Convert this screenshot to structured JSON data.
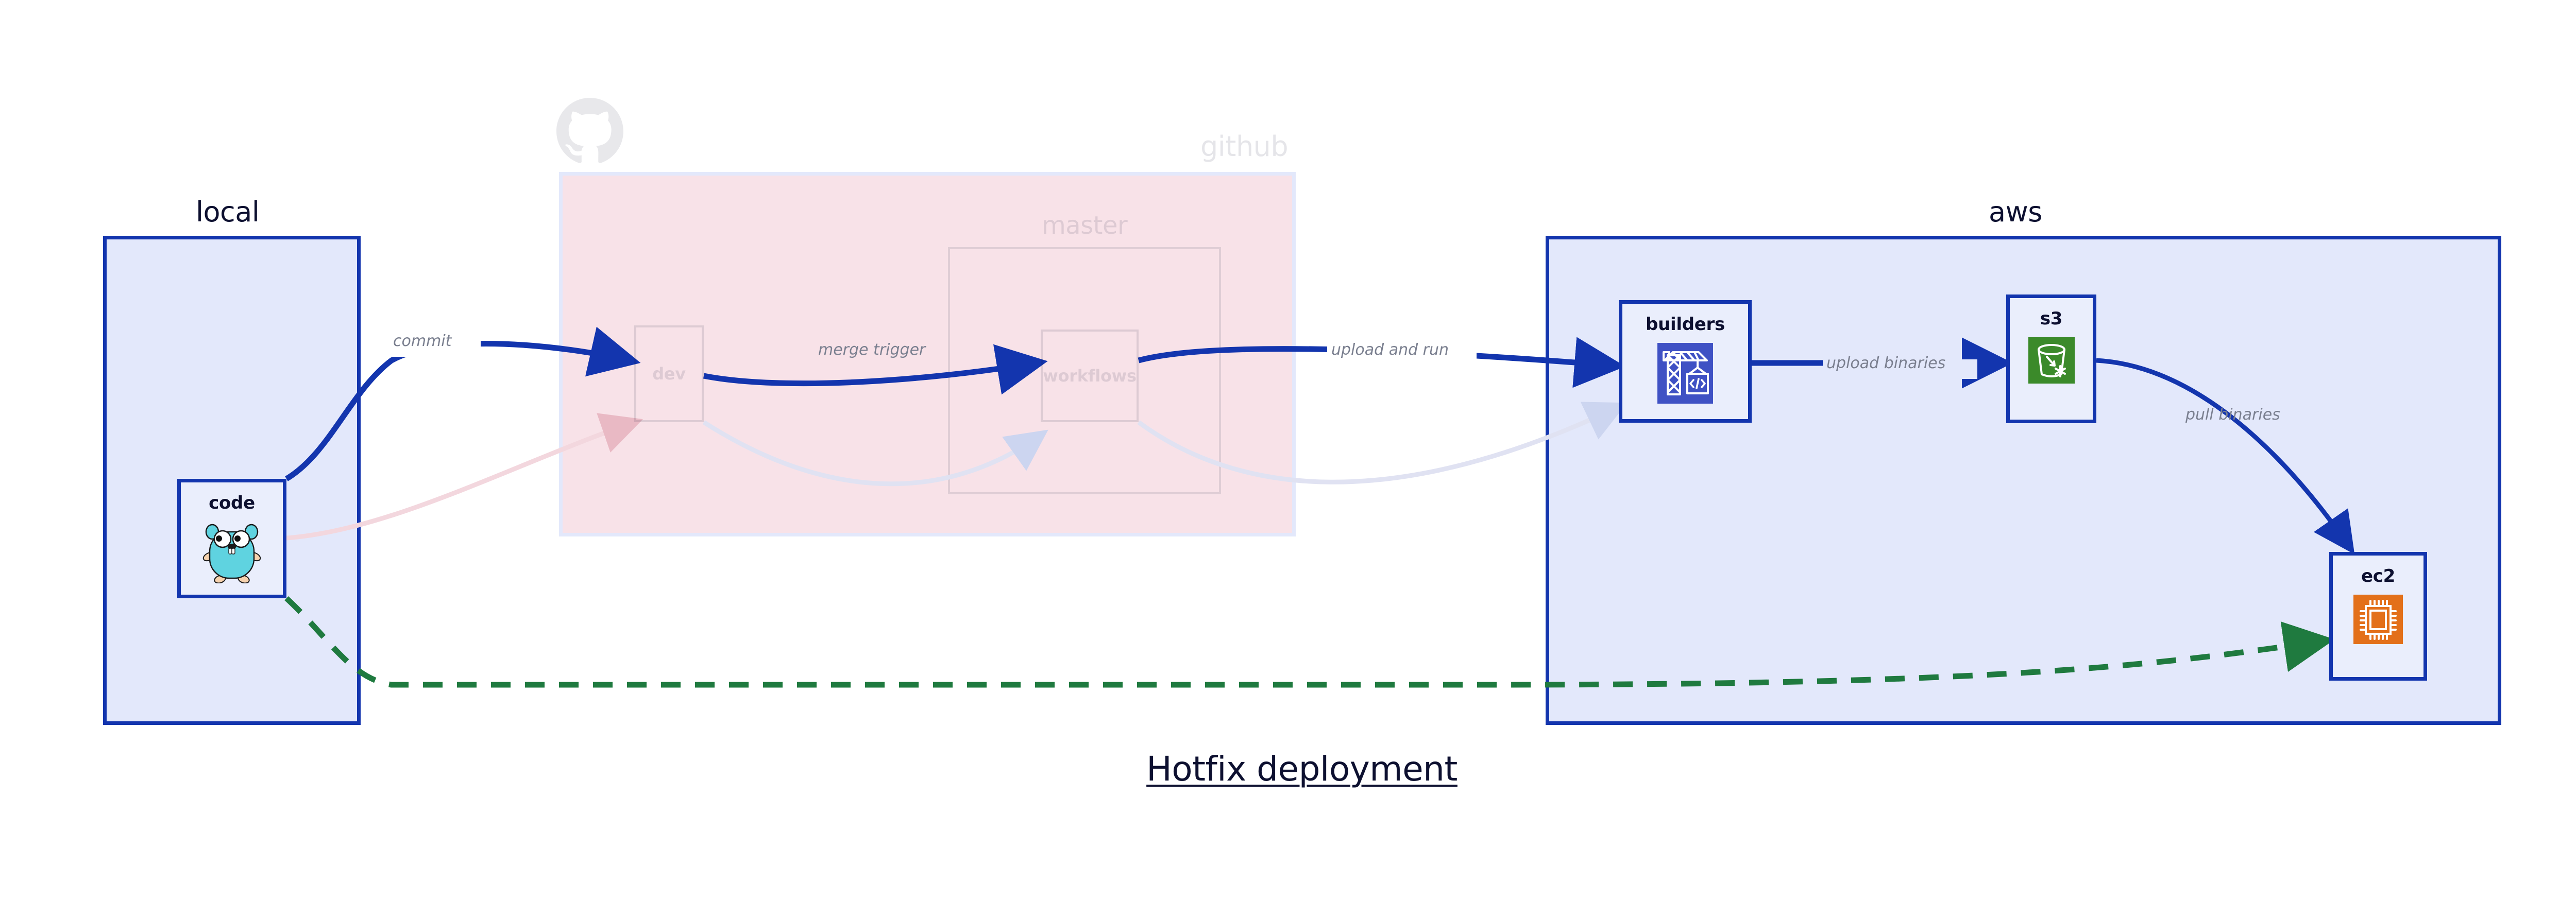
{
  "diagram": {
    "title": "Hotfix deployment",
    "colors": {
      "node_border": "#1335ae",
      "node_fill": "#eaeefc",
      "cluster_fill_blue": "#e3e8fb",
      "cluster_fill_pink": "#f8e2e8",
      "edge_blue": "#1335ae",
      "edge_green": "#1f7a3f",
      "label_gray": "#7a7f8f",
      "text_dark": "#0d1030",
      "builders_icon_bg": "#3f51c4",
      "s3_icon_bg": "#3b8a2a",
      "ec2_icon_bg": "#e3701a",
      "gopher_body": "#5fd3e0"
    }
  },
  "clusters": [
    {
      "id": "local",
      "label": "local"
    },
    {
      "id": "github",
      "label": "github"
    },
    {
      "id": "master",
      "label": "master"
    },
    {
      "id": "aws",
      "label": "aws"
    }
  ],
  "nodes": [
    {
      "id": "code",
      "label": "code",
      "icon": "go-gopher-icon",
      "cluster": "local"
    },
    {
      "id": "dev",
      "label": "dev",
      "icon": "none",
      "cluster": "github"
    },
    {
      "id": "workflows",
      "label": "workflows",
      "icon": "none",
      "cluster": "master"
    },
    {
      "id": "builders",
      "label": "builders",
      "icon": "crane-code-icon",
      "cluster": "aws"
    },
    {
      "id": "s3",
      "label": "s3",
      "icon": "s3-bucket-icon",
      "cluster": "aws"
    },
    {
      "id": "ec2",
      "label": "ec2",
      "icon": "cpu-chip-icon",
      "cluster": "aws"
    }
  ],
  "edges": [
    {
      "id": "commit",
      "from": "code",
      "to": "dev",
      "label": "commit",
      "style": "solid",
      "color": "#1335ae"
    },
    {
      "id": "merge-trigger",
      "from": "dev",
      "to": "workflows",
      "label": "merge trigger",
      "style": "solid",
      "color": "#1335ae"
    },
    {
      "id": "upload-and-run",
      "from": "workflows",
      "to": "builders",
      "label": "upload and run",
      "style": "solid",
      "color": "#1335ae"
    },
    {
      "id": "upload-binaries",
      "from": "builders",
      "to": "s3",
      "label": "upload binaries",
      "style": "solid",
      "color": "#1335ae"
    },
    {
      "id": "pull-binaries",
      "from": "s3",
      "to": "ec2",
      "label": "pull binaries",
      "style": "solid",
      "color": "#1335ae"
    },
    {
      "id": "hotfix-direct",
      "from": "code",
      "to": "ec2",
      "label": "",
      "style": "dashed",
      "color": "#1f7a3f"
    }
  ]
}
